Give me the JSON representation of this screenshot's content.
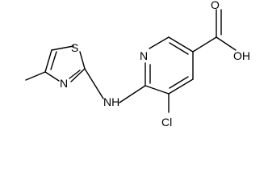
{
  "molecule": {
    "atoms": {
      "n_pyridine": "N",
      "n_amine": "NH",
      "n_thiazole": "N",
      "s_thiazole": "S",
      "cl": "Cl",
      "o_carbonyl": "O",
      "oh": "OH"
    },
    "colors": {
      "bond": "#000000",
      "text": "#000000",
      "background": "#ffffff"
    }
  }
}
